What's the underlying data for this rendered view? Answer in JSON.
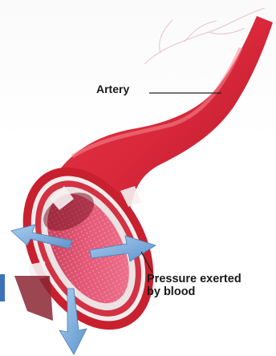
{
  "labels": {
    "artery": "Artery",
    "pressure_line1": "Pressure exerted",
    "pressure_line2": "by blood"
  },
  "colors": {
    "vessel_red": "#d8283a",
    "vessel_dark": "#b0182a",
    "vessel_highlight": "#f2707a",
    "wall_white": "#f3eded",
    "lumen_pink": "#e45a78",
    "arrow_blue": "#7fb0e0"
  }
}
